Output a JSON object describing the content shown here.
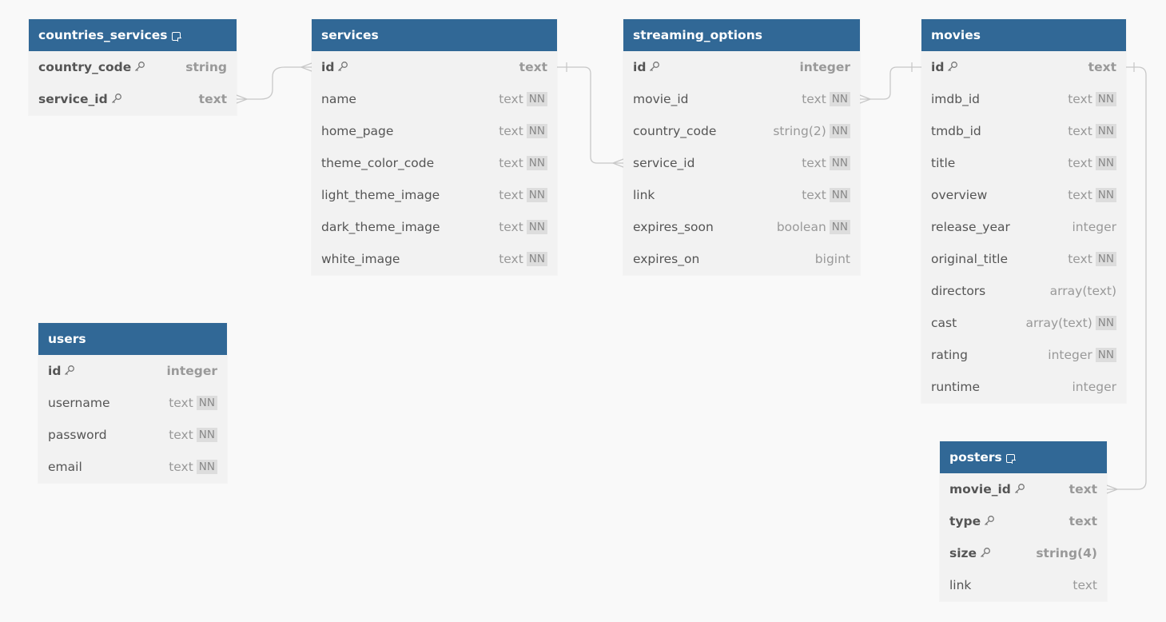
{
  "tables": [
    {
      "id": "countries_services",
      "name": "countries_services",
      "has_note": true,
      "columns": [
        {
          "name": "country_code",
          "type": "string",
          "pk": true,
          "nn": false
        },
        {
          "name": "service_id",
          "type": "text",
          "pk": true,
          "nn": false
        }
      ]
    },
    {
      "id": "services",
      "name": "services",
      "has_note": false,
      "columns": [
        {
          "name": "id",
          "type": "text",
          "pk": true,
          "nn": false
        },
        {
          "name": "name",
          "type": "text",
          "pk": false,
          "nn": true
        },
        {
          "name": "home_page",
          "type": "text",
          "pk": false,
          "nn": true
        },
        {
          "name": "theme_color_code",
          "type": "text",
          "pk": false,
          "nn": true
        },
        {
          "name": "light_theme_image",
          "type": "text",
          "pk": false,
          "nn": true
        },
        {
          "name": "dark_theme_image",
          "type": "text",
          "pk": false,
          "nn": true
        },
        {
          "name": "white_image",
          "type": "text",
          "pk": false,
          "nn": true
        }
      ]
    },
    {
      "id": "streaming_options",
      "name": "streaming_options",
      "has_note": false,
      "columns": [
        {
          "name": "id",
          "type": "integer",
          "pk": true,
          "nn": false
        },
        {
          "name": "movie_id",
          "type": "text",
          "pk": false,
          "nn": true
        },
        {
          "name": "country_code",
          "type": "string(2)",
          "pk": false,
          "nn": true
        },
        {
          "name": "service_id",
          "type": "text",
          "pk": false,
          "nn": true
        },
        {
          "name": "link",
          "type": "text",
          "pk": false,
          "nn": true
        },
        {
          "name": "expires_soon",
          "type": "boolean",
          "pk": false,
          "nn": true
        },
        {
          "name": "expires_on",
          "type": "bigint",
          "pk": false,
          "nn": false
        }
      ]
    },
    {
      "id": "movies",
      "name": "movies",
      "has_note": false,
      "columns": [
        {
          "name": "id",
          "type": "text",
          "pk": true,
          "nn": false
        },
        {
          "name": "imdb_id",
          "type": "text",
          "pk": false,
          "nn": true
        },
        {
          "name": "tmdb_id",
          "type": "text",
          "pk": false,
          "nn": true
        },
        {
          "name": "title",
          "type": "text",
          "pk": false,
          "nn": true
        },
        {
          "name": "overview",
          "type": "text",
          "pk": false,
          "nn": true
        },
        {
          "name": "release_year",
          "type": "integer",
          "pk": false,
          "nn": false
        },
        {
          "name": "original_title",
          "type": "text",
          "pk": false,
          "nn": true
        },
        {
          "name": "directors",
          "type": "array(text)",
          "pk": false,
          "nn": false
        },
        {
          "name": "cast",
          "type": "array(text)",
          "pk": false,
          "nn": true
        },
        {
          "name": "rating",
          "type": "integer",
          "pk": false,
          "nn": true
        },
        {
          "name": "runtime",
          "type": "integer",
          "pk": false,
          "nn": false
        }
      ]
    },
    {
      "id": "users",
      "name": "users",
      "has_note": false,
      "columns": [
        {
          "name": "id",
          "type": "integer",
          "pk": true,
          "nn": false
        },
        {
          "name": "username",
          "type": "text",
          "pk": false,
          "nn": true
        },
        {
          "name": "password",
          "type": "text",
          "pk": false,
          "nn": true
        },
        {
          "name": "email",
          "type": "text",
          "pk": false,
          "nn": true
        }
      ]
    },
    {
      "id": "posters",
      "name": "posters",
      "has_note": true,
      "columns": [
        {
          "name": "movie_id",
          "type": "text",
          "pk": true,
          "nn": false
        },
        {
          "name": "type",
          "type": "text",
          "pk": true,
          "nn": false
        },
        {
          "name": "size",
          "type": "string(4)",
          "pk": true,
          "nn": false
        },
        {
          "name": "link",
          "type": "text",
          "pk": false,
          "nn": false
        }
      ]
    }
  ],
  "nn_label": "NN",
  "relationships": [
    {
      "from": "countries_services.service_id",
      "to": "services.id",
      "from_card": "many",
      "to_card": "many"
    },
    {
      "from": "services.id",
      "to": "streaming_options.service_id",
      "from_card": "one",
      "to_card": "many"
    },
    {
      "from": "streaming_options.movie_id",
      "to": "movies.id",
      "from_card": "many",
      "to_card": "one"
    },
    {
      "from": "movies.id",
      "to": "posters.movie_id",
      "from_card": "one",
      "to_card": "many"
    }
  ],
  "colors": {
    "header": "#316896",
    "body": "#f2f2f2",
    "canvas": "#f9f9f9",
    "line": "#c8c8c8"
  }
}
